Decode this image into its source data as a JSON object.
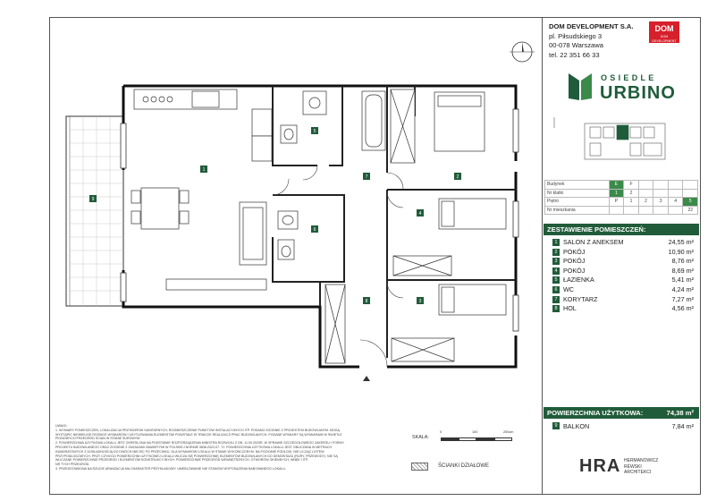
{
  "company": {
    "name": "DOM DEVELOPMENT S.A.",
    "street": "pl. Piłsudskiego 3",
    "city": "00-078 Warszawa",
    "phone": "tel. 22 351 66 33",
    "logo_text": "DOM",
    "logo_sub": "DOM DEVELOPMENT"
  },
  "brand": {
    "osiedle": "OSIEDLE",
    "name": "URBINO",
    "color": "#1f5c3a",
    "accent": "#d6202b"
  },
  "info": {
    "budynek_label": "Budynek",
    "budynek_values": [
      "E",
      "F"
    ],
    "klatka_label": "Nr klatki",
    "klatka_values": [
      "1",
      "2"
    ],
    "pietro_label": "Piętro",
    "pietro_values": [
      "P",
      "1",
      "2",
      "3",
      "4",
      "5"
    ],
    "mieszkanie_label": "Nr mieszkania",
    "mieszkanie_value": "22"
  },
  "rooms_header": "ZESTAWIENIE POMIESZCZEŃ:",
  "rooms": [
    {
      "num": "1",
      "name": "SALON Z ANEKSEM",
      "area": "24,55 m²"
    },
    {
      "num": "2",
      "name": "POKÓJ",
      "area": "10,90 m²"
    },
    {
      "num": "3",
      "name": "POKÓJ",
      "area": "8,76 m²"
    },
    {
      "num": "4",
      "name": "POKÓJ",
      "area": "8,69 m²"
    },
    {
      "num": "5",
      "name": "ŁAZIENKA",
      "area": "5,41 m²"
    },
    {
      "num": "6",
      "name": "WC",
      "area": "4,24 m²"
    },
    {
      "num": "7",
      "name": "KORYTARZ",
      "area": "7,27 m²"
    },
    {
      "num": "8",
      "name": "HOL",
      "area": "4,56 m²"
    }
  ],
  "total": {
    "label": "POWIERZCHNIA UŻYTKOWA:",
    "value": "74,38 m²"
  },
  "balkon": {
    "num": "9",
    "name": "BALKON",
    "area": "7,84 m²"
  },
  "plan_labels": [
    "1",
    "2",
    "3",
    "4",
    "5",
    "6",
    "7",
    "8",
    "9"
  ],
  "notes": [
    "UWAGI:",
    "1. WYMIARY POMIESZCZEŃ, LOKALIZACJA PRZYBORÓW SANITARNYCH, ROZMIESZCZENIE PUNKTÓW INSTALACYJNYCH ITP. PODANO ZGODNIE Z PROJEKTEM BUDOWLANYM. MOGĄ",
    "   WYSTĄPIĆ NIEWIELKIE RÓŻNICE WYMIARÓW I USYTUOWANIA ELEMENTÓW POWSTAŁE W TRAKCIE REALIZACJI PRAC BUDOWLANYCH. PODANE WYMIARY SĄ WYMIARAMI W ŚWIETLE",
    "   PIONOWYCH PRZEGRÓD ŚCIAN W STANIE SUROWYM.",
    "2. POWIERZCHNIA UŻYTKOWA LOKALU JEST OKREŚLONA NA PODSTAWIE ROZPORZĄDZENIA MINISTRA ROZWOJU Z DN. 11.09.2020R. W SPRAWIE SZCZEGÓŁOWEGO ZAKRESU I FORMY",
    "   PROJEKTU BUDOWLANEGO ORAZ ZGODNIE Z ZASADAMI ZAWARTYMI W POLSKIEJ NORMIE 9836:2022-07. TJ. POWIERZCHNIA UŻYTKOWA LOKALU JEST OBLICZANA W METRACH",
    "   KWADRATOWYCH Z DOKŁADNOŚCIĄ DO DWÓCH MIEJSC PO PRZECINKU. DLA WYMIARÓW LOKALU W STANIE WYKOŃCZONYM. NA POZIOMIE PODŁOGI. NIE LICZĄC LISTEW",
    "   PRZYPODŁOGOWYCH. PRZY CZYM DO POWIERZCHNI UŻYTKOWEJ LOKALU WLICZA SIĘ POWIERZCHNIĘ ELEMENTÓW BUDOWLANYCH DO DEMONTAŻU (RURY, PRZEWODY). NIE SĄ",
    "   WLICZANE POWIERZCHNIE PRZEGRÓD I ELEMENTÓW KONSTRUKCYJNYCH. POWIERZCHNIE PRZEGRÓD WEWNĘTRZNYCH, OTWORÓW OKIENNYCH, WNĘK I ITP.",
    "   NR TYCH PRZEGRÓD.",
    "3. PRZEDSTAWIONA NA RZUCIE ARANŻACJA MA CHARAKTER PRZYKŁADOWY. UMEBLOWANIE NIE STANOWI WYPOSAŻENIA NABYWANEGO LOKALU."
  ],
  "scale": {
    "label": "SKALA:",
    "ticks": [
      "0",
      "100",
      "200cm"
    ]
  },
  "walls_legend": "ŚCIANKI DZIAŁOWE",
  "architect": {
    "mark": "HRA",
    "lines": [
      "HERMANOWICZ",
      "RÉWSKI",
      "ARCHITEKCI"
    ]
  }
}
